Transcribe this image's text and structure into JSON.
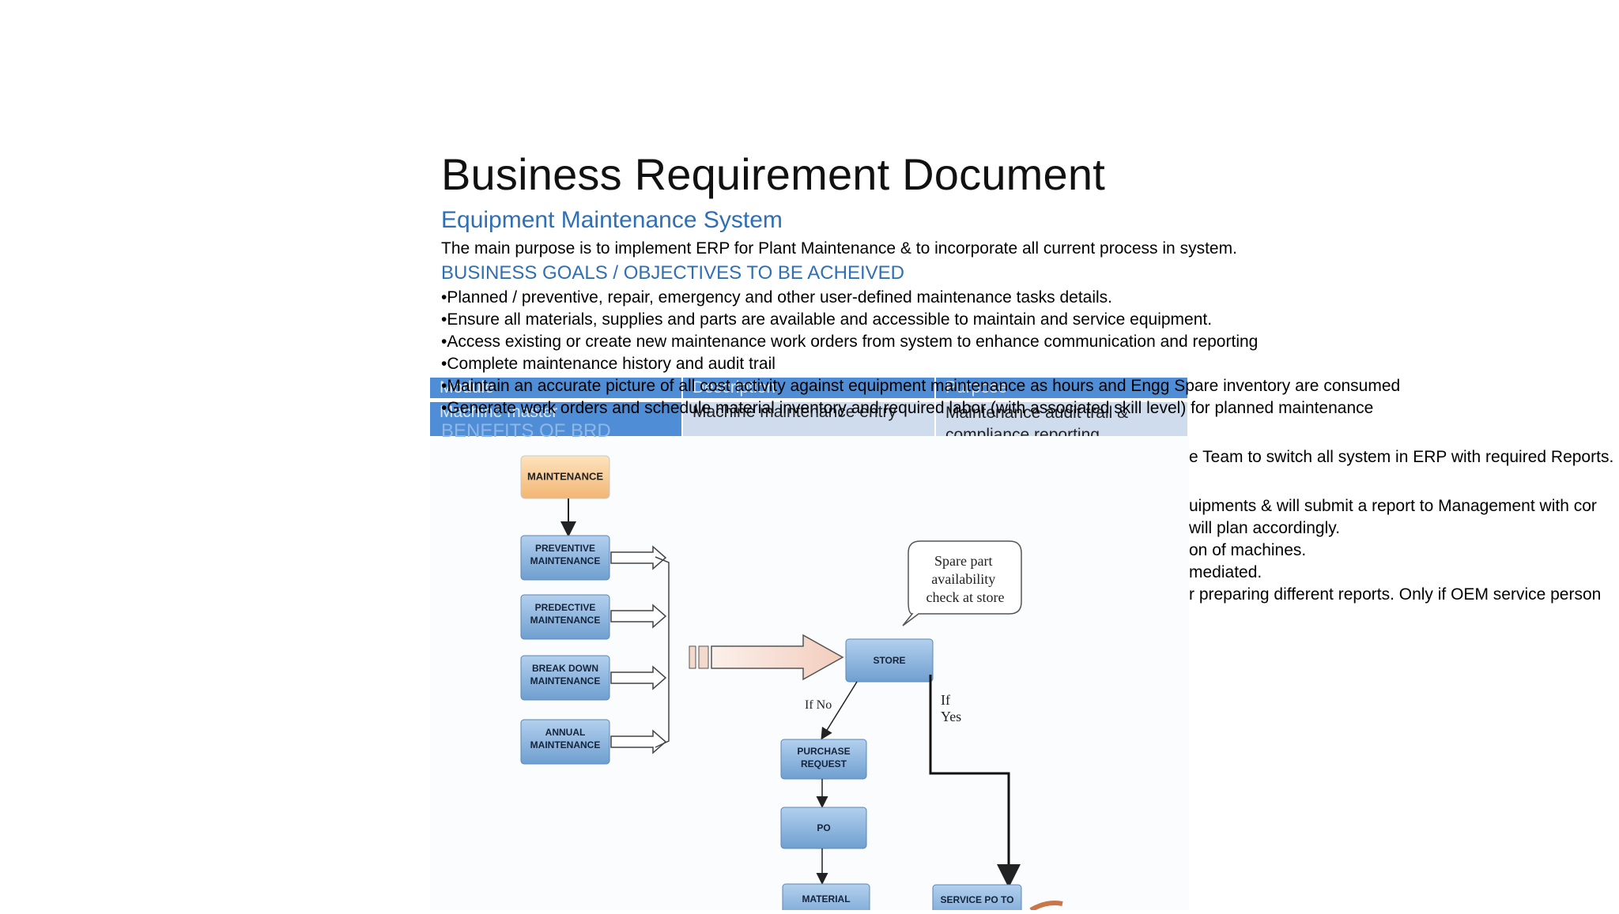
{
  "document": {
    "title": "Business Requirement Document",
    "subtitle": "Equipment Maintenance System",
    "purpose": "The main purpose is to implement ERP for Plant Maintenance & to incorporate all current process in system.",
    "goals_heading": "BUSINESS GOALS / OBJECTIVES TO BE ACHEIVED",
    "goals": [
      "•Planned / preventive, repair, emergency and other user-defined maintenance tasks details.",
      "•Ensure all materials, supplies and parts are available and accessible to maintain and service equipment.",
      "•Access existing or create new maintenance work orders from system to enhance communication and reporting",
      "•Complete maintenance history and audit trail",
      "•Maintain an accurate picture of all cost activity against equipment maintenance as hours and Engg Spare inventory are consumed",
      "•Generate work orders and schedule material inventory and required labor (with associated skill level) for planned maintenance"
    ],
    "benefits_heading": "BENEFITS OF BRD",
    "benefit_fragments": [
      "e Team to switch all system in ERP with required Reports.",
      "uipments & will submit a report to Management with cor",
      "will plan accordingly.",
      "on of machines.",
      "mediated.",
      "r preparing different reports. Only if OEM service person"
    ]
  },
  "table": {
    "headers": [
      "Module",
      "Description",
      "Purpose"
    ],
    "row": [
      "Machine master",
      "Machine maintenance entry",
      "Maintenance audit trail & compliance reporting"
    ]
  },
  "diagram": {
    "nodes": {
      "maintenance": "MAINTENANCE",
      "preventive": "PREVENTIVE MAINTENANCE",
      "predective": "PREDECTIVE MAINTENANCE",
      "breakdown": "BREAK DOWN MAINTENANCE",
      "annual": "ANNUAL MAINTENANCE",
      "store": "STORE",
      "purchase_request": "PURCHASE REQUEST",
      "po": "PO",
      "material": "MATERIAL",
      "service_po": "SERVICE PO TO"
    },
    "callout": [
      "Spare part",
      "availability",
      "check at store"
    ],
    "label_if_no": "If No",
    "label_if_yes": [
      "If",
      "Yes"
    ]
  },
  "colors": {
    "accent_blue": "#2f6fb3",
    "node_blue": "#8fb6de",
    "node_orange": "#f7c98c",
    "table_header": "#4f8ed6",
    "table_row": "#cfdcee"
  }
}
